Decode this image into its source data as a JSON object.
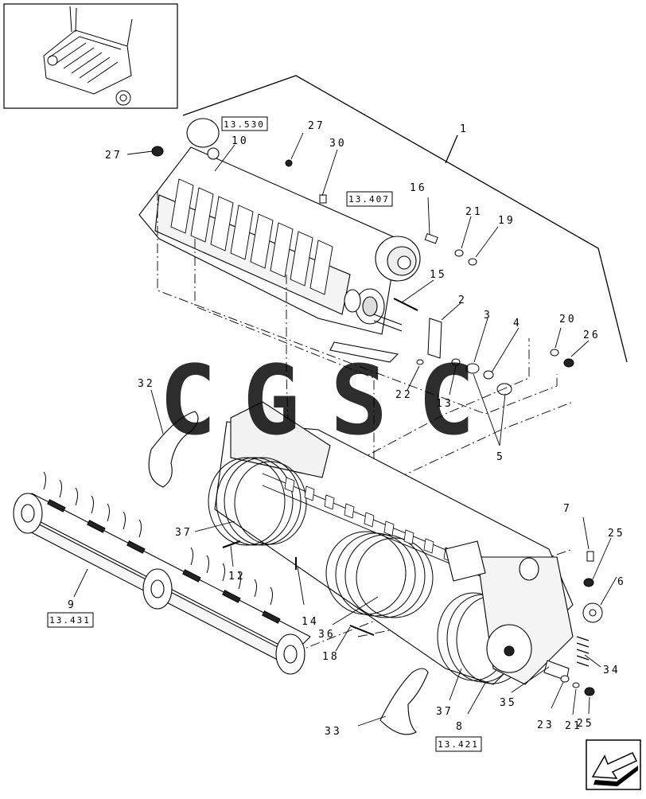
{
  "diagram": {
    "ref_boxes": [
      "13.530",
      "13.407",
      "13.431",
      "13.421"
    ],
    "callouts": [
      "1",
      "2",
      "3",
      "4",
      "5",
      "6",
      "7",
      "8",
      "9",
      "10",
      "12",
      "13",
      "14",
      "15",
      "16",
      "18",
      "19",
      "20",
      "21",
      "21",
      "22",
      "23",
      "25",
      "25",
      "26",
      "27",
      "27",
      "30",
      "32",
      "33",
      "34",
      "35",
      "36",
      "37",
      "37"
    ],
    "watermark": {
      "letters": [
        "C",
        "G",
        "S",
        "C"
      ],
      "colors": [
        "#4f8ef5",
        "#f06b6b",
        "#f6d24a",
        "#3fb06a"
      ]
    },
    "nav_icon": "back-arrow-icon"
  }
}
